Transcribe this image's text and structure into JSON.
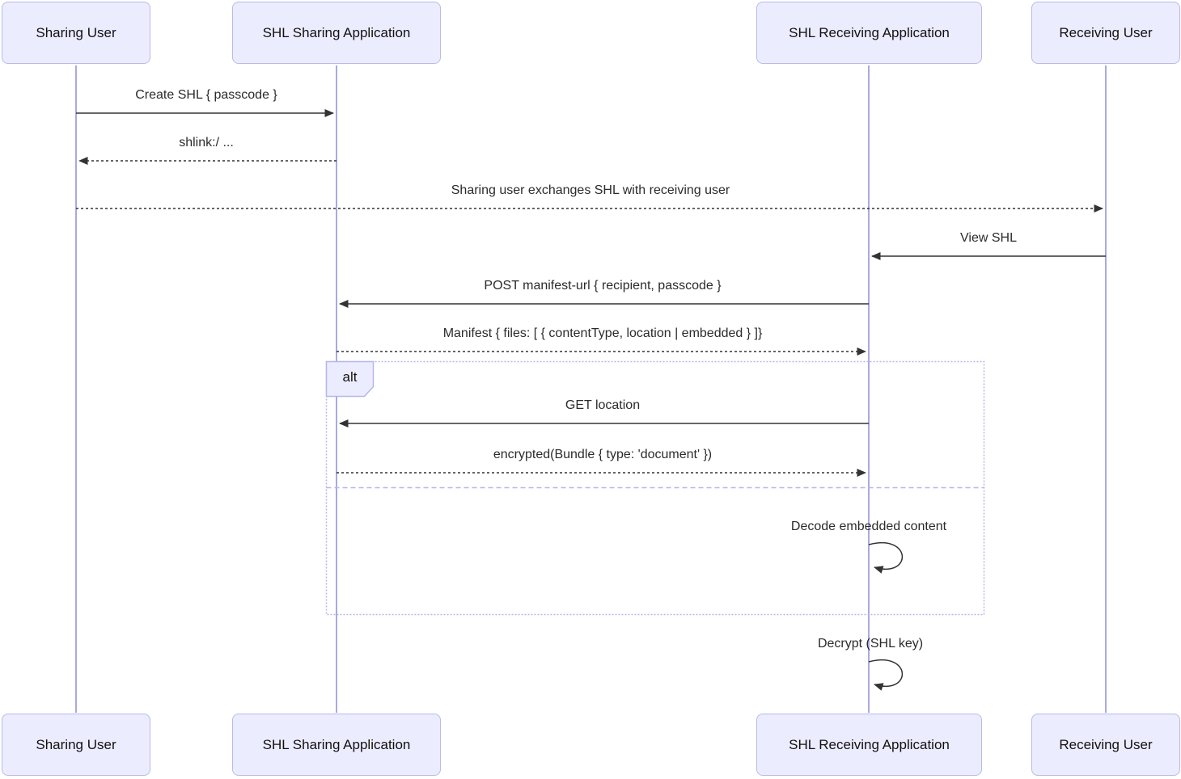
{
  "diagram": {
    "type": "sequence-diagram",
    "subject": "SMART Health Links (SHL) sharing flow"
  },
  "colors": {
    "background": "#FFFFFF",
    "actor_fill": "#ECECFF",
    "actor_border": "#B9B9EB",
    "lifeline": "#A9A9E2",
    "frame_border": "#B6B6EC",
    "arrow": "#333333",
    "text": "#2B2B2B"
  },
  "icons": {
    "arrowhead": "filled-triangle"
  },
  "actors": [
    {
      "label": "Sharing User"
    },
    {
      "label": "SHL Sharing Application"
    },
    {
      "label": "SHL Receiving Application"
    },
    {
      "label": "Receiving User"
    }
  ],
  "messages": [
    {
      "text": "Create SHL { passcode }",
      "from": "Sharing User",
      "to": "SHL Sharing Application",
      "line": "solid"
    },
    {
      "text": "shlink:/ ...",
      "from": "SHL Sharing Application",
      "to": "Sharing User",
      "line": "dashed"
    },
    {
      "text": "Sharing user exchanges SHL with receiving user",
      "from": "Sharing User",
      "to": "Receiving User",
      "line": "dashed"
    },
    {
      "text": "View SHL",
      "from": "Receiving User",
      "to": "SHL Receiving Application",
      "line": "solid"
    },
    {
      "text": "POST manifest-url { recipient, passcode }",
      "from": "SHL Receiving Application",
      "to": "SHL Sharing Application",
      "line": "solid"
    },
    {
      "text": "Manifest { files: [ { contentType, location | embedded } ]}",
      "from": "SHL Sharing Application",
      "to": "SHL Receiving Application",
      "line": "dashed"
    },
    {
      "text": "GET location",
      "from": "SHL Receiving Application",
      "to": "SHL Sharing Application",
      "line": "solid",
      "section": "alt-1"
    },
    {
      "text": "encrypted(Bundle { type: 'document' })",
      "from": "SHL Sharing Application",
      "to": "SHL Receiving Application",
      "line": "dashed",
      "section": "alt-1"
    },
    {
      "text": "Decode embedded content",
      "from": "SHL Receiving Application",
      "to": "SHL Receiving Application",
      "line": "self-loop",
      "section": "alt-2"
    },
    {
      "text": "Decrypt (SHL key)",
      "from": "SHL Receiving Application",
      "to": "SHL Receiving Application",
      "line": "self-loop"
    }
  ],
  "alt_frame": {
    "label": "alt",
    "sections": 2
  }
}
